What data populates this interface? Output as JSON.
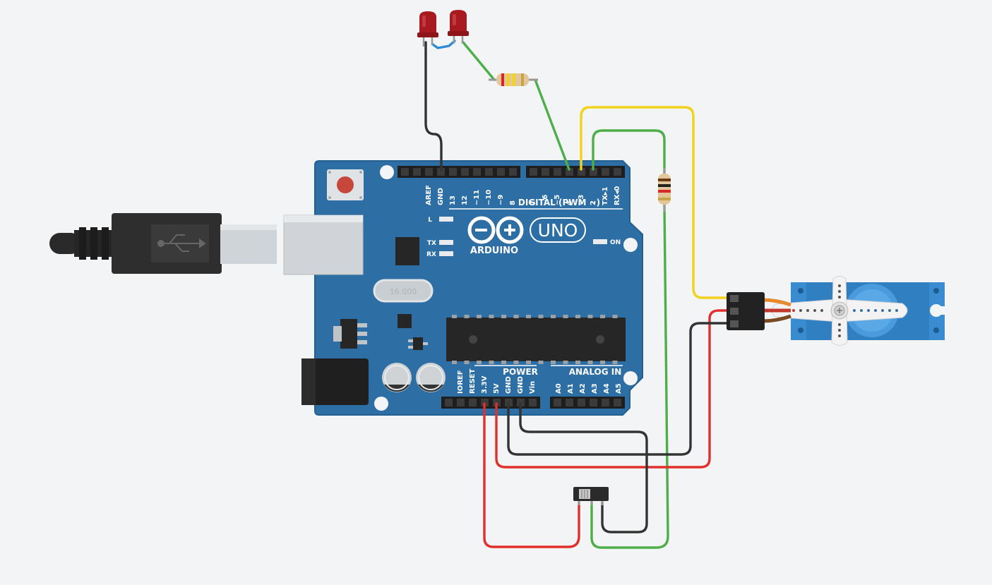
{
  "board": {
    "brand": "ARDUINO",
    "model": "UNO",
    "digital_label": "DIGITAL (PWM ~)",
    "power_label": "POWER",
    "analog_label": "ANALOG IN",
    "on_label": "ON",
    "l_label": "L",
    "tx_label": "TX",
    "rx_label": "RX",
    "crystal_label": "16.000",
    "top_pins": [
      "AREF",
      "GND",
      "13",
      "12",
      "~11",
      "~10",
      "~9",
      "8",
      "7",
      "~6",
      "~5",
      "4",
      "~3",
      "2",
      "TX▸1",
      "RX◂0"
    ],
    "power_pins": [
      "IOREF",
      "RESET",
      "3.3V",
      "5V",
      "GND",
      "GND",
      "Vin"
    ],
    "analog_pins": [
      "A0",
      "A1",
      "A2",
      "A3",
      "A4",
      "A5"
    ]
  },
  "colors": {
    "board": "#2d6ea5",
    "wire_red": "#e1302c",
    "wire_black": "#333333",
    "wire_green": "#4dae4a",
    "wire_yellow": "#f2d21b",
    "wire_blue": "#2d8bd1",
    "led_red": "#a81a1f",
    "servo": "#2f7fc1"
  }
}
